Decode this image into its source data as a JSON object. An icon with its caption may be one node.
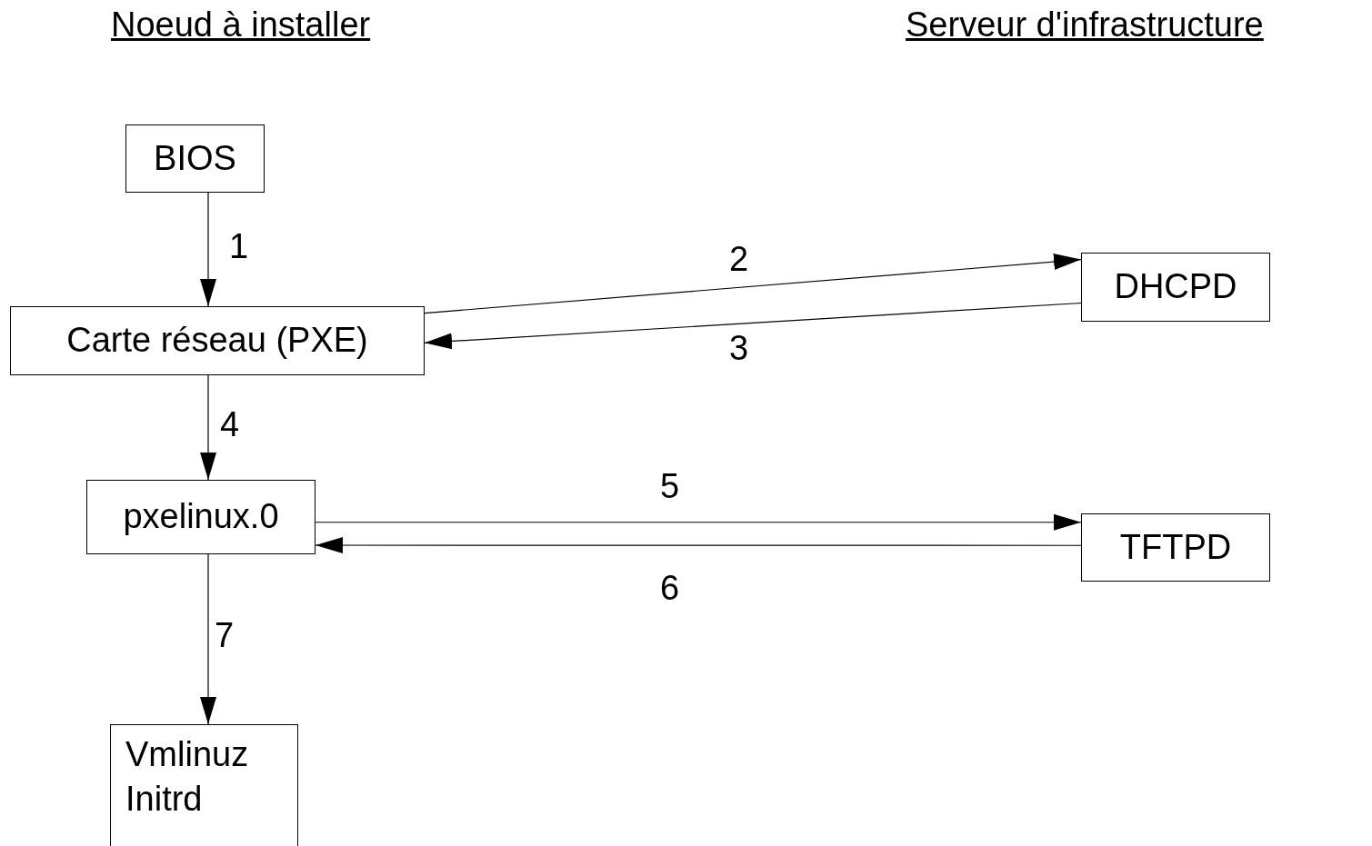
{
  "diagram": {
    "nodes": [
      {
        "text": [
          "BIOS"
        ]
      },
      {
        "text": [
          "Carte réseau (PXE)"
        ]
      },
      {
        "text": [
          "DHCPD"
        ]
      },
      {
        "text": [
          "pxelinux.0"
        ]
      },
      {
        "text": [
          "TFTPD"
        ]
      },
      {
        "text": [
          "Vmlinuz Initrd"
        ]
      }
    ],
    "edges": [
      {
        "from": 0,
        "to": 1,
        "arrow": "to",
        "label": "1"
      },
      {
        "from": 1,
        "to": 2,
        "arrow": "to",
        "label": "2"
      },
      {
        "from": 2,
        "to": 1,
        "arrow": "to",
        "label": "3"
      },
      {
        "from": 1,
        "to": 3,
        "arrow": "to",
        "label": "4"
      },
      {
        "from": 3,
        "to": 4,
        "arrow": "to",
        "label": "5"
      },
      {
        "from": 4,
        "to": 3,
        "arrow": "to",
        "label": "6"
      },
      {
        "from": 3,
        "to": 5,
        "arrow": "to",
        "label": "7"
      }
    ],
    "labels": [
      "Noeud à installer",
      "Serveur d'infrastructure"
    ]
  }
}
